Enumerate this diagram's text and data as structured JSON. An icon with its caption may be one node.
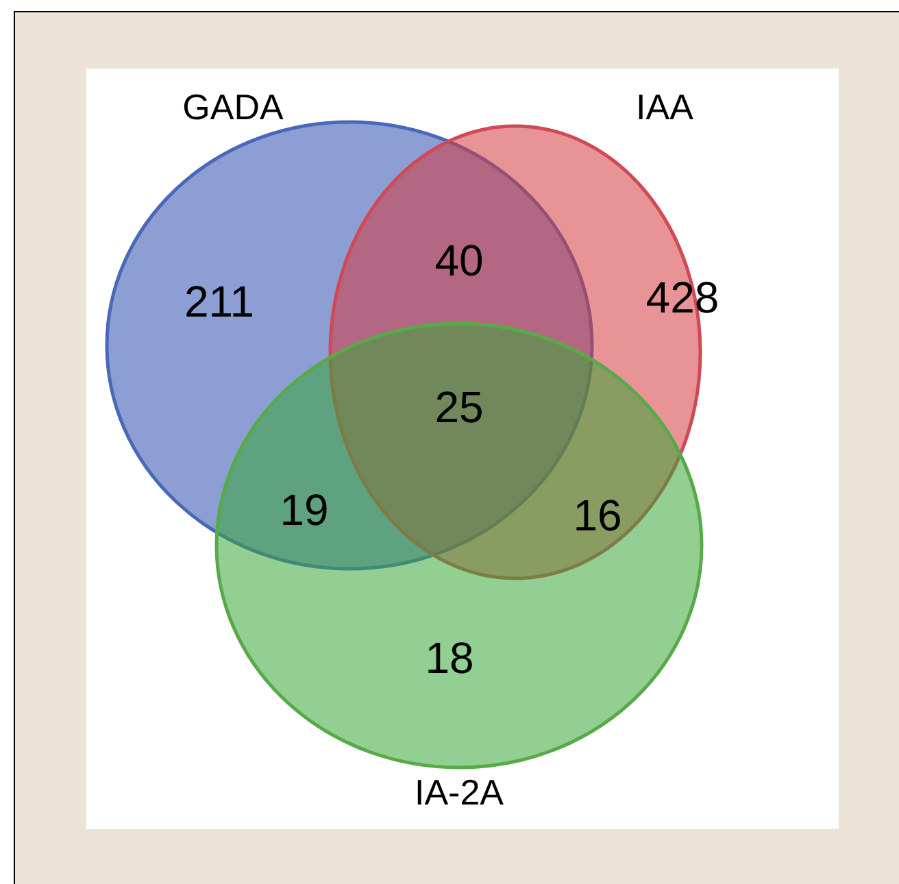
{
  "diagram": {
    "nodes": [
      {
        "text": [
          "GADA"
        ]
      },
      {
        "text": [
          "IAA"
        ]
      },
      {
        "text": [
          "IA-2A"
        ]
      }
    ],
    "labels": [
      "40",
      "211",
      "428",
      "25",
      "19",
      "16",
      "18"
    ]
  }
}
